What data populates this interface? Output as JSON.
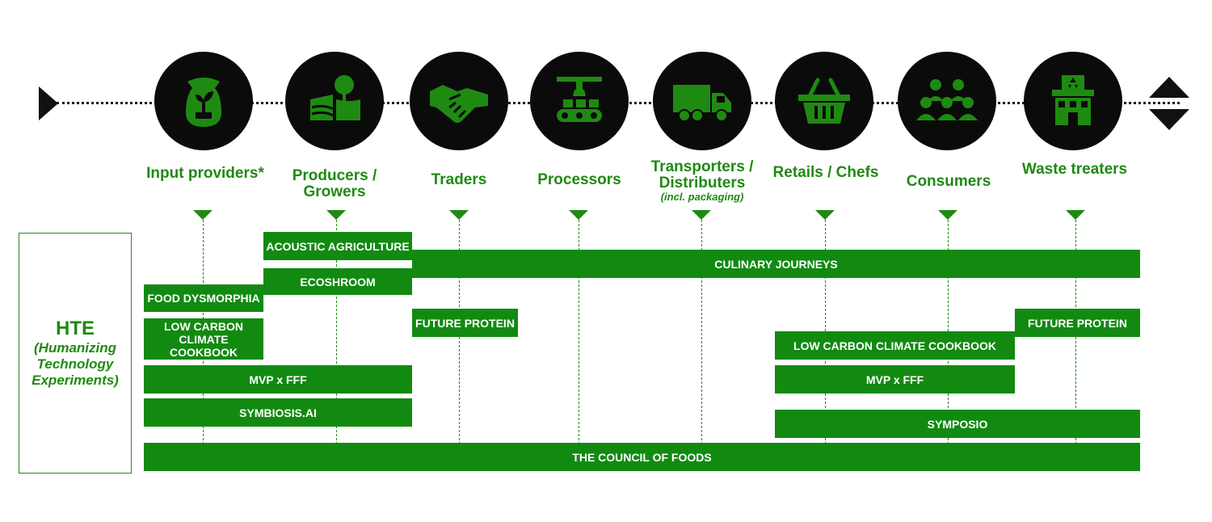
{
  "colors": {
    "green": "#128a12",
    "label_green": "#1f8a12",
    "circle": "#0b0b0b"
  },
  "stages": [
    {
      "id": "input",
      "label": "Input providers*",
      "icon": "seed-bag-icon"
    },
    {
      "id": "producers",
      "label": "Producers / Growers",
      "icon": "farm-field-icon"
    },
    {
      "id": "traders",
      "label": "Traders",
      "icon": "handshake-icon"
    },
    {
      "id": "processors",
      "label": "Processors",
      "icon": "factory-conveyor-icon"
    },
    {
      "id": "transporters",
      "label": "Transporters / Distributers",
      "sublabel": "(incl. packaging)",
      "icon": "truck-icon"
    },
    {
      "id": "retails",
      "label": "Retails / Chefs",
      "icon": "basket-icon"
    },
    {
      "id": "consumers",
      "label": "Consumers",
      "icon": "people-group-icon"
    },
    {
      "id": "waste",
      "label": "Waste treaters",
      "icon": "recycling-plant-icon"
    }
  ],
  "hte": {
    "title": "HTE",
    "subtitle": "(Humanizing Technology Experiments)"
  },
  "projects": [
    {
      "label": "ACOUSTIC  AGRICULTURE"
    },
    {
      "label": "CULINARY JOURNEYS"
    },
    {
      "label": "ECOSHROOM"
    },
    {
      "label": "FOOD DYSMORPHIA"
    },
    {
      "label": "FUTURE PROTEIN"
    },
    {
      "label": "FUTURE PROTEIN"
    },
    {
      "label": "LOW CARBON CLIMATE COOKBOOK"
    },
    {
      "label": "LOW CARBON CLIMATE COOKBOOK"
    },
    {
      "label": "MVP x FFF"
    },
    {
      "label": "MVP x FFF"
    },
    {
      "label": "SYMBIOSIS.AI"
    },
    {
      "label": "SYMPOSIO"
    },
    {
      "label": "THE COUNCIL OF FOODS"
    }
  ]
}
